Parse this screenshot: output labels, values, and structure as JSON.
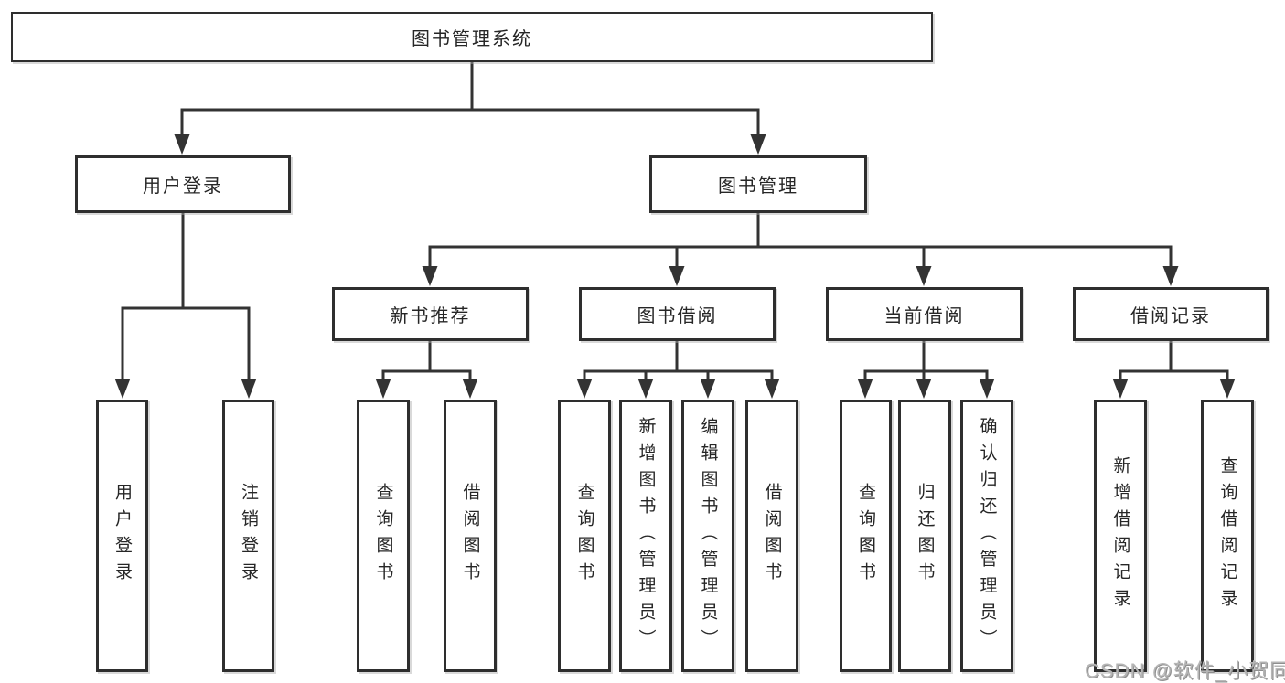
{
  "colors": {
    "line": "#333333",
    "border": "#2e2e2e",
    "text": "#262626",
    "background": "#ffffff",
    "watermark": "#b5b5b5"
  },
  "tree": {
    "root": "图书管理系统",
    "children": [
      {
        "label": "用户登录",
        "children": [
          {
            "label": "用户登录"
          },
          {
            "label": "注销登录"
          }
        ]
      },
      {
        "label": "图书管理",
        "children": [
          {
            "label": "新书推荐",
            "children": [
              {
                "label": "查询图书"
              },
              {
                "label": "借阅图书"
              }
            ]
          },
          {
            "label": "图书借阅",
            "children": [
              {
                "label": "查询图书"
              },
              {
                "label": "新增图书（管理员）"
              },
              {
                "label": "编辑图书（管理员）"
              },
              {
                "label": "借阅图书"
              }
            ]
          },
          {
            "label": "当前借阅",
            "children": [
              {
                "label": "查询图书"
              },
              {
                "label": "归还图书"
              },
              {
                "label": "确认归还（管理员）"
              }
            ]
          },
          {
            "label": "借阅记录",
            "children": [
              {
                "label": "新增借阅记录"
              },
              {
                "label": "查询借阅记录"
              }
            ]
          }
        ]
      }
    ]
  },
  "watermark": {
    "text": "CSDN @软件_小贺同学"
  }
}
